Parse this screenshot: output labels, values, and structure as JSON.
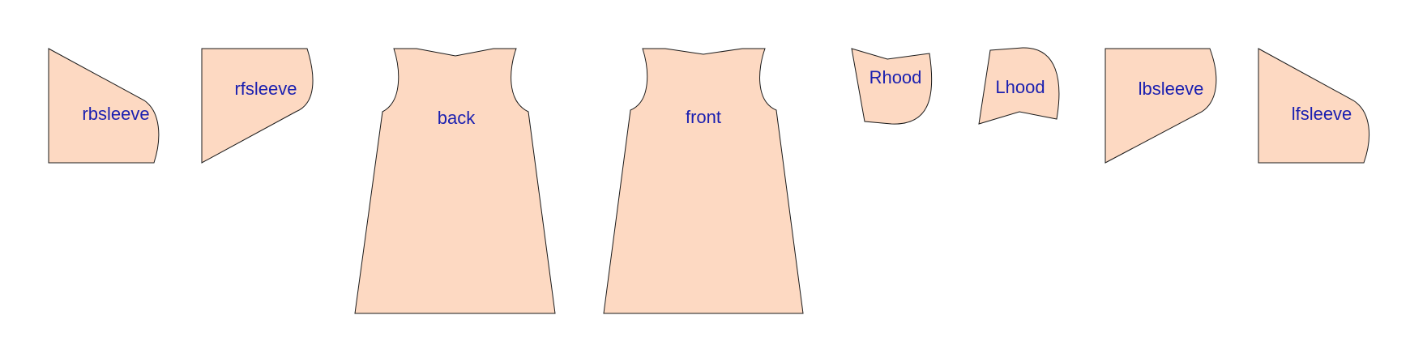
{
  "colors": {
    "piece_fill": "#fdd9c2",
    "outline": "#1a1a1a",
    "label": "#1a1fb0"
  },
  "pieces": [
    {
      "id": "rbsleeve",
      "label": "rbsleeve"
    },
    {
      "id": "rfsleeve",
      "label": "rfsleeve"
    },
    {
      "id": "back",
      "label": "back"
    },
    {
      "id": "front",
      "label": "front"
    },
    {
      "id": "rhood",
      "label": "Rhood"
    },
    {
      "id": "lhood",
      "label": "Lhood"
    },
    {
      "id": "lbsleeve",
      "label": "lbsleeve"
    },
    {
      "id": "lfsleeve",
      "label": "lfsleeve"
    }
  ]
}
